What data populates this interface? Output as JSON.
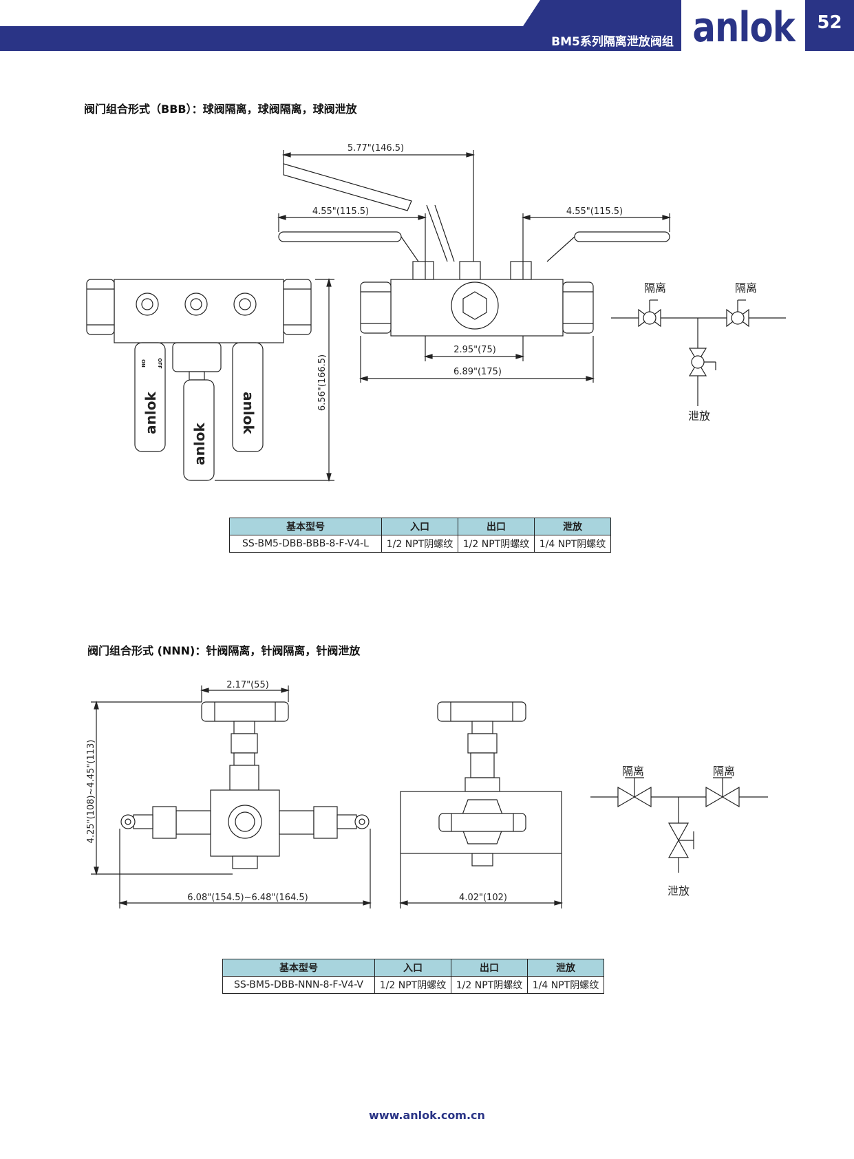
{
  "header": {
    "series_title": "BM5系列隔离泄放阀组",
    "logo": "anlok",
    "page_number": "52"
  },
  "sections": [
    {
      "title": "阀门组合形式（BBB）：球阀隔离，球阀隔离，球阀泄放",
      "dimensions": {
        "top_width": "5.77\"(146.5)",
        "left_handle": "4.55\"(115.5)",
        "right_handle": "4.55\"(115.5)",
        "height": "6.56\"(166.5)",
        "center": "2.95\"(75)",
        "body_width": "6.89\"(175)"
      },
      "handle_brand": "anlok",
      "handle_on": "ON",
      "handle_off": "OFF",
      "schematic": {
        "isolate_left": "隔离",
        "isolate_right": "隔离",
        "vent": "泄放"
      },
      "table": {
        "headers": [
          "基本型号",
          "入口",
          "出口",
          "泄放"
        ],
        "row": [
          "SS-BM5-DBB-BBB-8-F-V4-L",
          "1/2 NPT阴螺纹",
          "1/2 NPT阴螺纹",
          "1/4 NPT阴螺纹"
        ]
      }
    },
    {
      "title": "阀门组合形式 (NNN)：针阀隔离，针阀隔离，针阀泄放",
      "dimensions": {
        "handle_width": "2.17\"(55)",
        "height": "4.25\"(108)~4.45\"(113)",
        "length": "6.08\"(154.5)~6.48\"(164.5)",
        "side_width": "4.02\"(102)"
      },
      "schematic": {
        "isolate_left": "隔离",
        "isolate_right": "隔离",
        "vent": "泄放"
      },
      "table": {
        "headers": [
          "基本型号",
          "入口",
          "出口",
          "泄放"
        ],
        "row": [
          "SS-BM5-DBB-NNN-8-F-V4-V",
          "1/2 NPT阴螺纹",
          "1/2 NPT阴螺纹",
          "1/4 NPT阴螺纹"
        ]
      }
    }
  ],
  "colors": {
    "brand_blue": "#2a3486",
    "table_header": "#a8d4dd"
  },
  "footer": {
    "url": "www.anlok.com.cn"
  }
}
